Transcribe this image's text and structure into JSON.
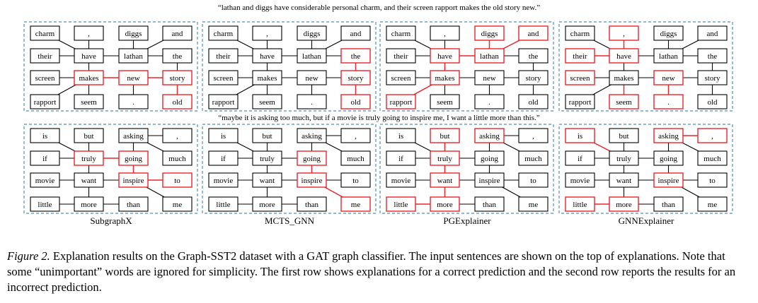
{
  "sentences": [
    "“lathan and diggs have considerable personal charm, and their screen rapport makes the old story new.”",
    "“maybe it is asking too much, but if a movie is truly going to inspire me, I want a little more than this.”"
  ],
  "methods": [
    "SubgraphX",
    "MCTS_GNN",
    "PGExplainer",
    "GNNExplainer"
  ],
  "rows": [
    {
      "grid": [
        [
          "charm",
          ",",
          "diggs",
          "and"
        ],
        [
          "their",
          "have",
          "lathan",
          "the"
        ],
        [
          "screen",
          "makes",
          "new",
          "story"
        ],
        [
          "rapport",
          "seem",
          ".",
          "old"
        ]
      ],
      "edges": [
        [
          [
            0,
            0
          ],
          [
            1,
            1
          ]
        ],
        [
          [
            0,
            1
          ],
          [
            1,
            1
          ]
        ],
        [
          [
            0,
            2
          ],
          [
            1,
            2
          ]
        ],
        [
          [
            0,
            3
          ],
          [
            1,
            2
          ]
        ],
        [
          [
            1,
            0
          ],
          [
            1,
            1
          ]
        ],
        [
          [
            1,
            1
          ],
          [
            1,
            2
          ]
        ],
        [
          [
            1,
            2
          ],
          [
            1,
            3
          ]
        ],
        [
          [
            1,
            1
          ],
          [
            2,
            1
          ]
        ],
        [
          [
            2,
            0
          ],
          [
            2,
            1
          ]
        ],
        [
          [
            2,
            1
          ],
          [
            2,
            2
          ]
        ],
        [
          [
            2,
            2
          ],
          [
            2,
            3
          ]
        ],
        [
          [
            1,
            3
          ],
          [
            2,
            3
          ]
        ],
        [
          [
            2,
            1
          ],
          [
            3,
            0
          ]
        ],
        [
          [
            2,
            1
          ],
          [
            3,
            1
          ]
        ],
        [
          [
            2,
            2
          ],
          [
            3,
            2
          ]
        ],
        [
          [
            2,
            3
          ],
          [
            3,
            3
          ]
        ]
      ],
      "highlights": [
        {
          "nodes": [
            [
              2,
              1
            ],
            [
              2,
              2
            ],
            [
              2,
              3
            ],
            [
              3,
              3
            ]
          ],
          "edges": [
            [
              [
                2,
                1
              ],
              [
                2,
                2
              ]
            ],
            [
              [
                2,
                2
              ],
              [
                2,
                3
              ]
            ],
            [
              [
                2,
                3
              ],
              [
                3,
                3
              ]
            ]
          ]
        },
        {
          "nodes": [
            [
              1,
              3
            ],
            [
              2,
              3
            ],
            [
              3,
              3
            ]
          ],
          "edges": [
            [
              [
                1,
                3
              ],
              [
                2,
                3
              ]
            ],
            [
              [
                2,
                3
              ],
              [
                3,
                3
              ]
            ]
          ]
        },
        {
          "nodes": [
            [
              0,
              2
            ],
            [
              0,
              3
            ],
            [
              1,
              1
            ],
            [
              1,
              2
            ],
            [
              2,
              1
            ],
            [
              3,
              0
            ]
          ],
          "edges": [
            [
              [
                0,
                2
              ],
              [
                1,
                2
              ]
            ],
            [
              [
                0,
                3
              ],
              [
                1,
                2
              ]
            ],
            [
              [
                1,
                1
              ],
              [
                1,
                2
              ]
            ],
            [
              [
                1,
                1
              ],
              [
                2,
                1
              ]
            ],
            [
              [
                2,
                1
              ],
              [
                3,
                0
              ]
            ]
          ]
        },
        {
          "nodes": [
            [
              0,
              1
            ],
            [
              1,
              0
            ],
            [
              1,
              1
            ],
            [
              2,
              0
            ],
            [
              2,
              2
            ],
            [
              3,
              1
            ],
            [
              3,
              2
            ]
          ],
          "edges": [
            [
              [
                0,
                1
              ],
              [
                1,
                1
              ]
            ],
            [
              [
                1,
                0
              ],
              [
                1,
                1
              ]
            ],
            [
              [
                2,
                1
              ],
              [
                3,
                1
              ]
            ],
            [
              [
                2,
                2
              ],
              [
                3,
                2
              ]
            ]
          ]
        }
      ]
    },
    {
      "grid": [
        [
          "is",
          "but",
          "asking",
          ","
        ],
        [
          "if",
          "truly",
          "going",
          "much"
        ],
        [
          "movie",
          "want",
          "inspire",
          "to"
        ],
        [
          "little",
          "more",
          "than",
          "me"
        ]
      ],
      "edges": [
        [
          [
            0,
            0
          ],
          [
            1,
            1
          ]
        ],
        [
          [
            0,
            1
          ],
          [
            1,
            1
          ]
        ],
        [
          [
            0,
            2
          ],
          [
            0,
            3
          ]
        ],
        [
          [
            0,
            2
          ],
          [
            1,
            2
          ]
        ],
        [
          [
            0,
            2
          ],
          [
            1,
            3
          ]
        ],
        [
          [
            1,
            0
          ],
          [
            1,
            1
          ]
        ],
        [
          [
            1,
            1
          ],
          [
            1,
            2
          ]
        ],
        [
          [
            1,
            1
          ],
          [
            2,
            1
          ]
        ],
        [
          [
            1,
            2
          ],
          [
            2,
            2
          ]
        ],
        [
          [
            2,
            0
          ],
          [
            2,
            1
          ]
        ],
        [
          [
            2,
            1
          ],
          [
            2,
            2
          ]
        ],
        [
          [
            2,
            2
          ],
          [
            2,
            3
          ]
        ],
        [
          [
            2,
            1
          ],
          [
            3,
            1
          ]
        ],
        [
          [
            3,
            0
          ],
          [
            3,
            1
          ]
        ],
        [
          [
            3,
            1
          ],
          [
            3,
            2
          ]
        ],
        [
          [
            2,
            2
          ],
          [
            3,
            3
          ]
        ]
      ],
      "highlights": [
        {
          "nodes": [
            [
              1,
              1
            ],
            [
              1,
              2
            ],
            [
              2,
              2
            ],
            [
              2,
              3
            ]
          ],
          "edges": [
            [
              [
                1,
                1
              ],
              [
                1,
                2
              ]
            ],
            [
              [
                1,
                2
              ],
              [
                2,
                2
              ]
            ],
            [
              [
                2,
                2
              ],
              [
                2,
                3
              ]
            ]
          ]
        },
        {
          "nodes": [
            [
              1,
              2
            ],
            [
              2,
              2
            ],
            [
              3,
              3
            ]
          ],
          "edges": [
            [
              [
                1,
                2
              ],
              [
                2,
                2
              ]
            ],
            [
              [
                2,
                2
              ],
              [
                3,
                3
              ]
            ]
          ]
        },
        {
          "nodes": [
            [
              0,
              1
            ],
            [
              0,
              2
            ],
            [
              1,
              1
            ],
            [
              2,
              1
            ],
            [
              3,
              0
            ],
            [
              3,
              1
            ]
          ],
          "edges": [
            [
              [
                0,
                1
              ],
              [
                1,
                1
              ]
            ],
            [
              [
                1,
                1
              ],
              [
                2,
                1
              ]
            ],
            [
              [
                2,
                1
              ],
              [
                3,
                1
              ]
            ],
            [
              [
                3,
                0
              ],
              [
                3,
                1
              ]
            ]
          ]
        },
        {
          "nodes": [
            [
              0,
              0
            ],
            [
              0,
              2
            ],
            [
              0,
              3
            ],
            [
              2,
              2
            ],
            [
              3,
              0
            ],
            [
              3,
              1
            ]
          ],
          "edges": [
            [
              [
                0,
                0
              ],
              [
                1,
                1
              ]
            ],
            [
              [
                0,
                2
              ],
              [
                0,
                3
              ]
            ],
            [
              [
                3,
                0
              ],
              [
                3,
                1
              ]
            ]
          ]
        }
      ]
    }
  ],
  "caption": {
    "figure_number": "Figure 2.",
    "text": " Explanation results on the Graph-SST2 dataset with a GAT graph classifier.  The input sentences are shown on the top of explanations. Note that some “unimportant” words are ignored for simplicity. The first row shows explanations for a correct prediction and the second row reports the results for an incorrect prediction."
  },
  "colors": {
    "highlight": "#e8262b",
    "normal": "#000000",
    "panel_border": "#4f8fb7"
  }
}
